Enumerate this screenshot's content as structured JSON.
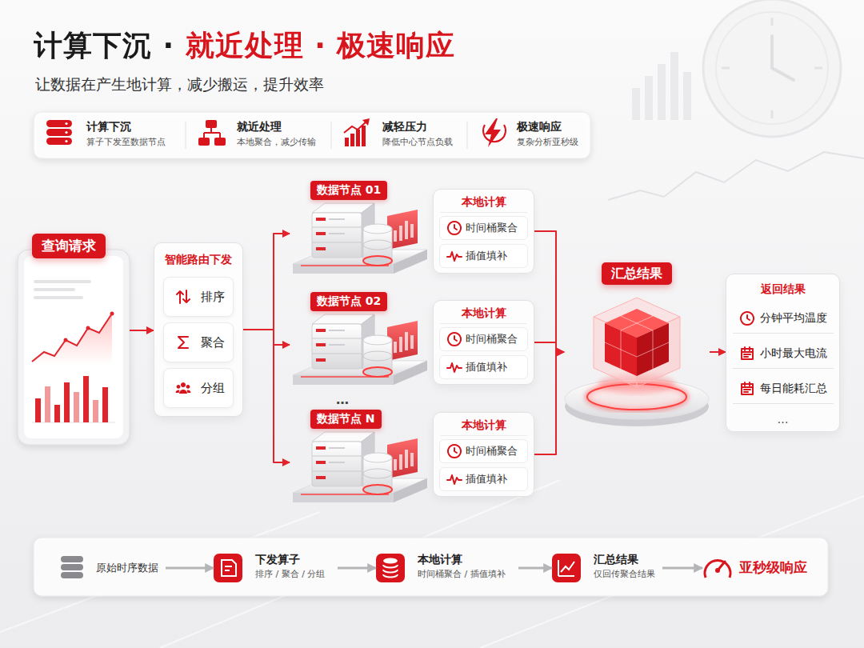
{
  "diagram": {
    "title": "计算下沉 · 就近处理 · 极速响应",
    "nodes": [
      {
        "text": [
          "查询请求"
        ]
      },
      {
        "text": [
          "智能路由下发"
        ]
      },
      {
        "text": [
          "排序"
        ],
        "in": 1
      },
      {
        "text": [
          "聚合"
        ],
        "in": 1
      },
      {
        "text": [
          "分组"
        ],
        "in": 1
      },
      {
        "text": [
          "数据节点 01"
        ]
      },
      {
        "text": [
          "本地计算"
        ]
      },
      {
        "text": [
          "时间桶聚合"
        ],
        "in": 6
      },
      {
        "text": [
          "插值填补"
        ],
        "in": 6
      },
      {
        "text": [
          "数据节点 02"
        ]
      },
      {
        "text": [
          "本地计算"
        ]
      },
      {
        "text": [
          "时间桶聚合"
        ],
        "in": 10
      },
      {
        "text": [
          "插值填补"
        ],
        "in": 10
      },
      {
        "text": [
          "数据节点 N"
        ]
      },
      {
        "text": [
          "本地计算"
        ]
      },
      {
        "text": [
          "时间桶聚合"
        ],
        "in": 14
      },
      {
        "text": [
          "插值填补"
        ],
        "in": 14
      },
      {
        "text": [
          "汇总结果"
        ]
      },
      {
        "text": [
          "返回结果",
          "…"
        ]
      },
      {
        "text": [
          "分钟平均温度"
        ],
        "in": 18
      },
      {
        "text": [
          "小时最大电流"
        ],
        "in": 18
      },
      {
        "text": [
          "每日能耗汇总"
        ],
        "in": 18
      },
      {
        "text": [
          "原始时序数据"
        ]
      },
      {
        "text": [
          "下发算子",
          "排序 / 聚合 / 分组"
        ]
      },
      {
        "text": [
          "本地计算",
          "时间桶聚合 / 插值填补"
        ]
      },
      {
        "text": [
          "汇总结果",
          "仅回传聚合结果"
        ]
      },
      {
        "text": [
          "亚秒级响应"
        ]
      }
    ],
    "edges": [
      {
        "from": 0,
        "to": 1,
        "arrow": "to"
      },
      {
        "from": 1,
        "to": 5,
        "arrow": "to"
      },
      {
        "from": 1,
        "to": 9,
        "arrow": "to"
      },
      {
        "from": 1,
        "to": 13,
        "arrow": "to"
      },
      {
        "from": 6,
        "to": 17,
        "arrow": "to"
      },
      {
        "from": 10,
        "to": 17,
        "arrow": "to"
      },
      {
        "from": 14,
        "to": 17,
        "arrow": "to"
      },
      {
        "from": 17,
        "to": 18,
        "arrow": "to"
      },
      {
        "from": 22,
        "to": 23,
        "arrow": "to"
      },
      {
        "from": 23,
        "to": 24,
        "arrow": "to"
      },
      {
        "from": 24,
        "to": 25,
        "arrow": "to"
      },
      {
        "from": 25,
        "to": 26,
        "arrow": "to"
      }
    ],
    "labels": [
      "让数据在产生地计算，减少搬运，提升效率",
      "计算下沉",
      "算子下发至数据节点",
      "就近处理",
      "本地聚合，减少传输",
      "减轻压力",
      "降低中心节点负载",
      "极速响应",
      "复杂分析亚秒级",
      "…"
    ]
  }
}
